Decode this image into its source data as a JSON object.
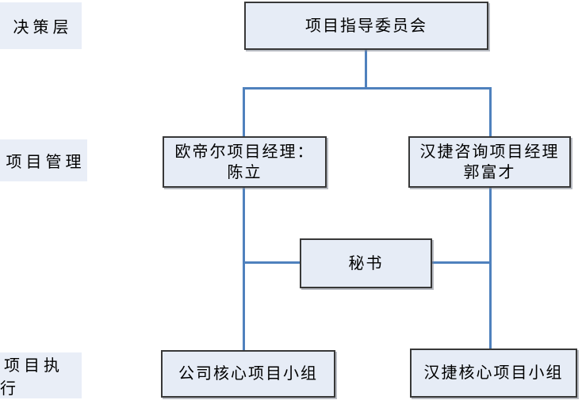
{
  "diagram": {
    "type": "organization-chart",
    "row_labels": {
      "decision": "决策层",
      "management": "项目管理",
      "execution": "项目执行"
    },
    "nodes": {
      "steering": {
        "lines": [
          "项目指导委员会"
        ]
      },
      "manager_left": {
        "lines": [
          "欧帝尔项目经理：",
          "陈立"
        ]
      },
      "manager_right": {
        "lines": [
          "汉捷咨询项目经理",
          "郭富才"
        ]
      },
      "secretary": {
        "lines": [
          "秘书"
        ]
      },
      "team_left": {
        "lines": [
          "公司核心项目小组"
        ]
      },
      "team_right": {
        "lines": [
          "汉捷核心项目小组"
        ]
      }
    },
    "edges": [
      {
        "from": "steering",
        "to": "manager_left"
      },
      {
        "from": "steering",
        "to": "manager_right"
      },
      {
        "from": "manager_left",
        "to": "secretary"
      },
      {
        "from": "manager_right",
        "to": "secretary"
      },
      {
        "from": "manager_left",
        "to": "team_left"
      },
      {
        "from": "manager_right",
        "to": "team_right"
      }
    ],
    "colors": {
      "connector": "#4f81bd",
      "node_fill": "#e6ecf6",
      "node_border": "#383838",
      "label_fill": "#e9eef7",
      "text": "#000000",
      "background": "#ffffff"
    }
  }
}
